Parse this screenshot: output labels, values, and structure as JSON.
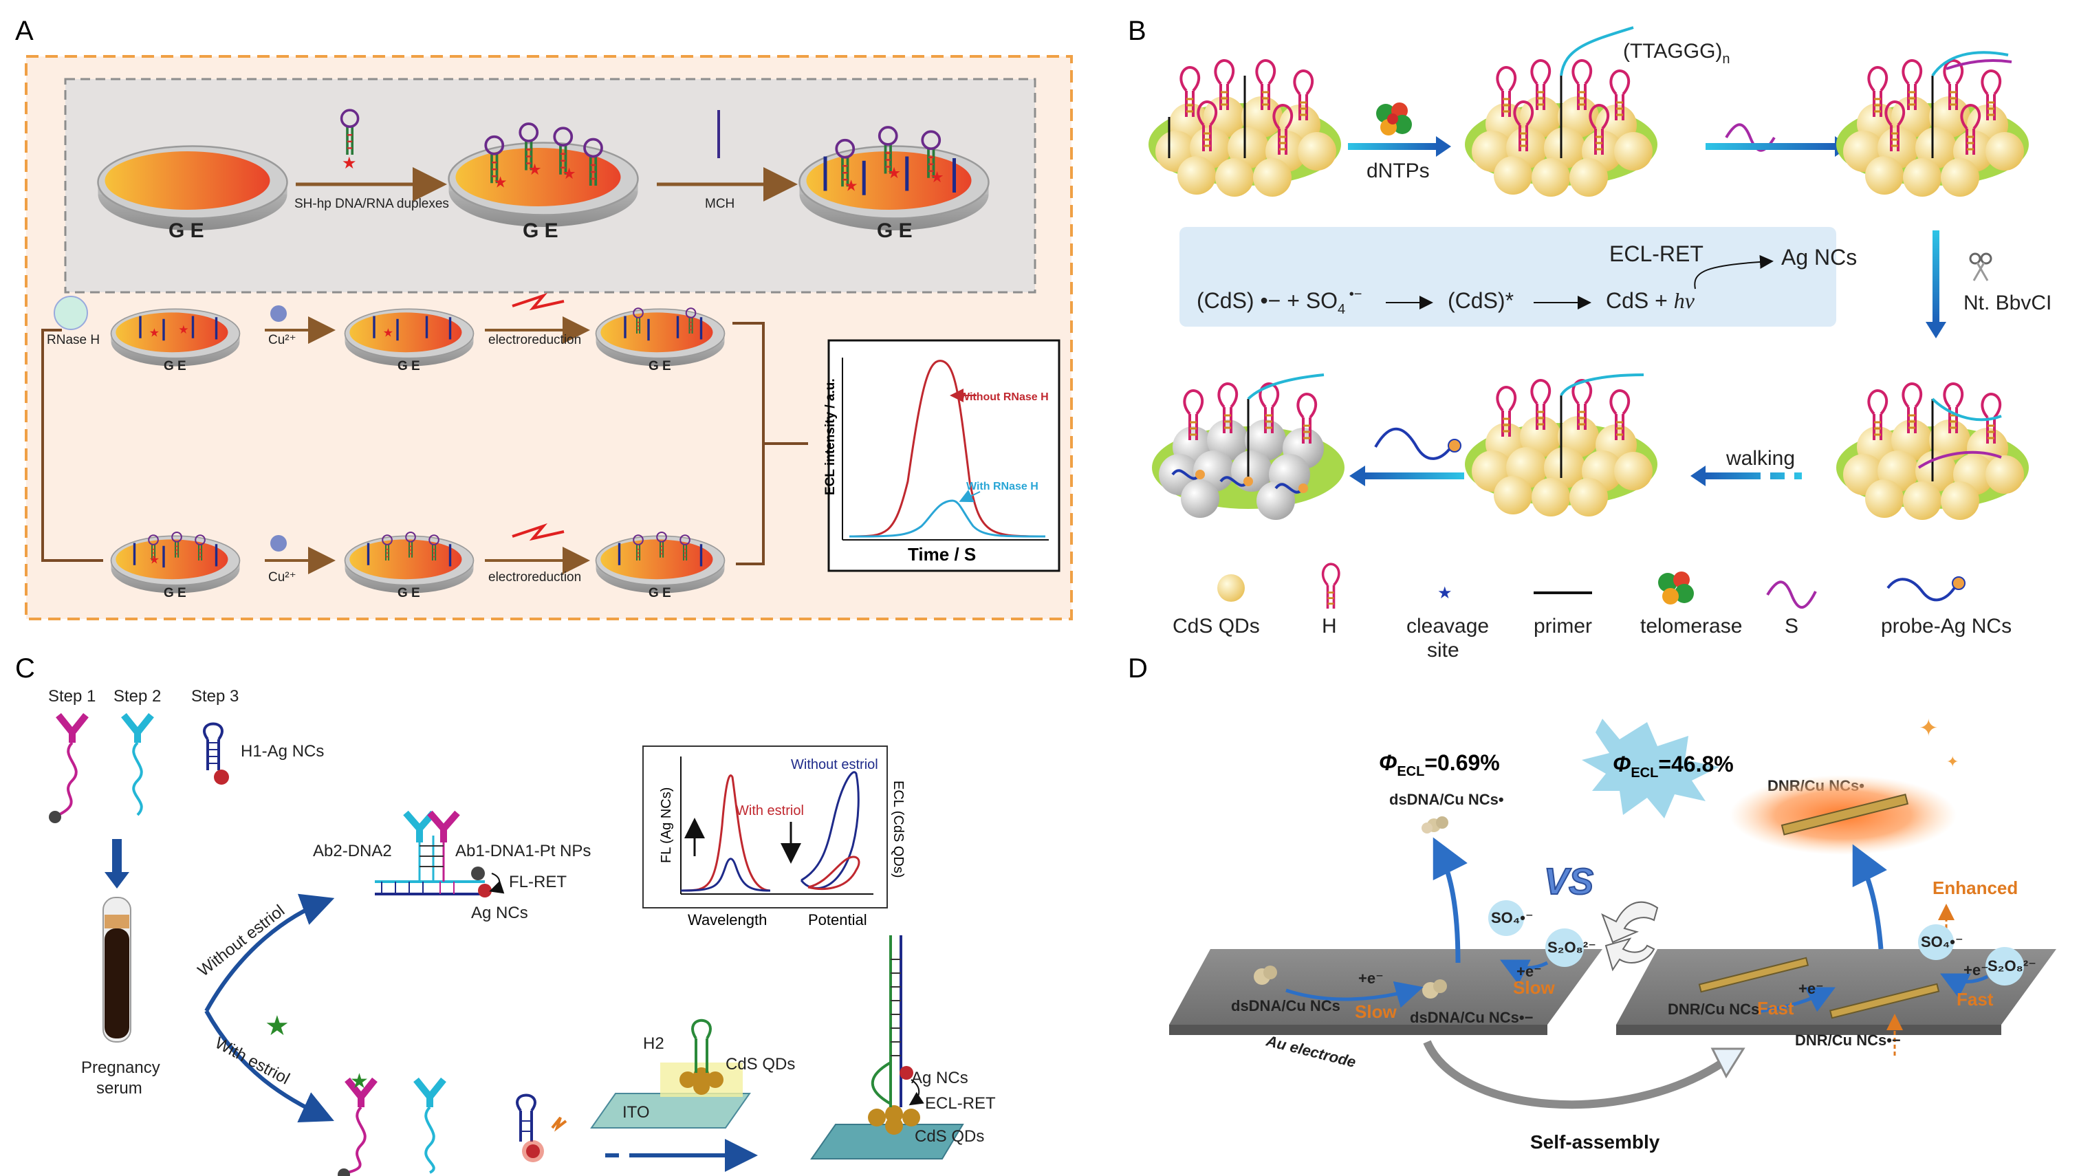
{
  "panels": {
    "a": {
      "label": "A",
      "ge": "G E",
      "step_duplex": "SH-hp DNA/RNA duplexes",
      "step_mch": "MCH",
      "rnase": "RNase H",
      "cu": "Cu²⁺",
      "electroreduction": "electroreduction",
      "chart": {
        "ylabel": "ECL intensity / a.u.",
        "xlabel": "Time / S",
        "without_label": "Without RNase H",
        "with_label": "With RNase H"
      }
    },
    "b": {
      "label": "B",
      "telomere": "(TTAGGG)",
      "telomere_sub": "n",
      "dntps": "dNTPs",
      "nick": "Nt. BbvCI",
      "walking": "walking",
      "ecl_ret": "ECL-RET",
      "ag_ncs": "Ag NCs",
      "eq_1": "(CdS) •− + SO",
      "eq_1_sub": "4",
      "eq_1_sup": " •−",
      "eq_2": "(CdS)*",
      "eq_3": "CdS + ",
      "eq_3_hv": "hν",
      "legend": {
        "cds": "CdS QDs",
        "h": "H",
        "cleavage_1": "cleavage",
        "cleavage_2": "site",
        "primer": "primer",
        "telomerase": "telomerase",
        "s": "S",
        "probe": "probe-Ag NCs"
      }
    },
    "c": {
      "label": "C",
      "step1": "Step 1",
      "step2": "Step 2",
      "step3": "Step 3",
      "h1": "H1-Ag NCs",
      "pregnancy_1": "Pregnancy",
      "pregnancy_2": "serum",
      "without": "Without estriol",
      "with": "With estriol",
      "ab2": "Ab2-DNA2",
      "ab1": "Ab1-DNA1-Pt NPs",
      "flret": "FL-RET",
      "agncs": "Ag NCs",
      "h2": "H2",
      "cdsqds": "CdS QDs",
      "ito": "ITO",
      "agncs2": "Ag NCs",
      "eclret": "ECL-RET",
      "cdsqds2": "CdS QDs",
      "chart": {
        "without": "Without estriol",
        "with": "With estriol",
        "fl": "FL (Ag NCs)",
        "ecl": "ECL (CdS QDs)",
        "wavelength": "Wavelength",
        "potential": "Potential"
      }
    },
    "d": {
      "label": "D",
      "phi_left": "=0.69%",
      "phi_right": "=46.8%",
      "phi": "Φ",
      "phi_sub": "ECL",
      "dsdna_top": "dsDNA/Cu NCs•",
      "dnr_top": "DNR/Cu NCs•",
      "vs": "VS",
      "enhanced": "Enhanced",
      "so4": "SO₄•⁻",
      "s2o8": "S₂O₈²⁻",
      "e_minus": "+e⁻",
      "slow": "Slow",
      "fast": "Fast",
      "dsdna_cu": "dsDNA/Cu NCs",
      "dsdna_cu_minus": "dsDNA/Cu NCs•−",
      "dnr_cu": "DNR/Cu NCs",
      "dnr_cu_minus": "DNR/Cu NCs•−",
      "au": "Au electrode",
      "self": "Self-assembly"
    }
  },
  "colors": {
    "orange_border": "#f0a045",
    "panel_a_bg": "#fdeee3",
    "blue_box": "#dcebf7",
    "red_curve": "#c0282f",
    "blue_curve": "#2aa6d6",
    "navy": "#1a2a86",
    "magenta": "#c02a8f",
    "cyan": "#24b6d6",
    "orange_text": "#e07a20"
  }
}
